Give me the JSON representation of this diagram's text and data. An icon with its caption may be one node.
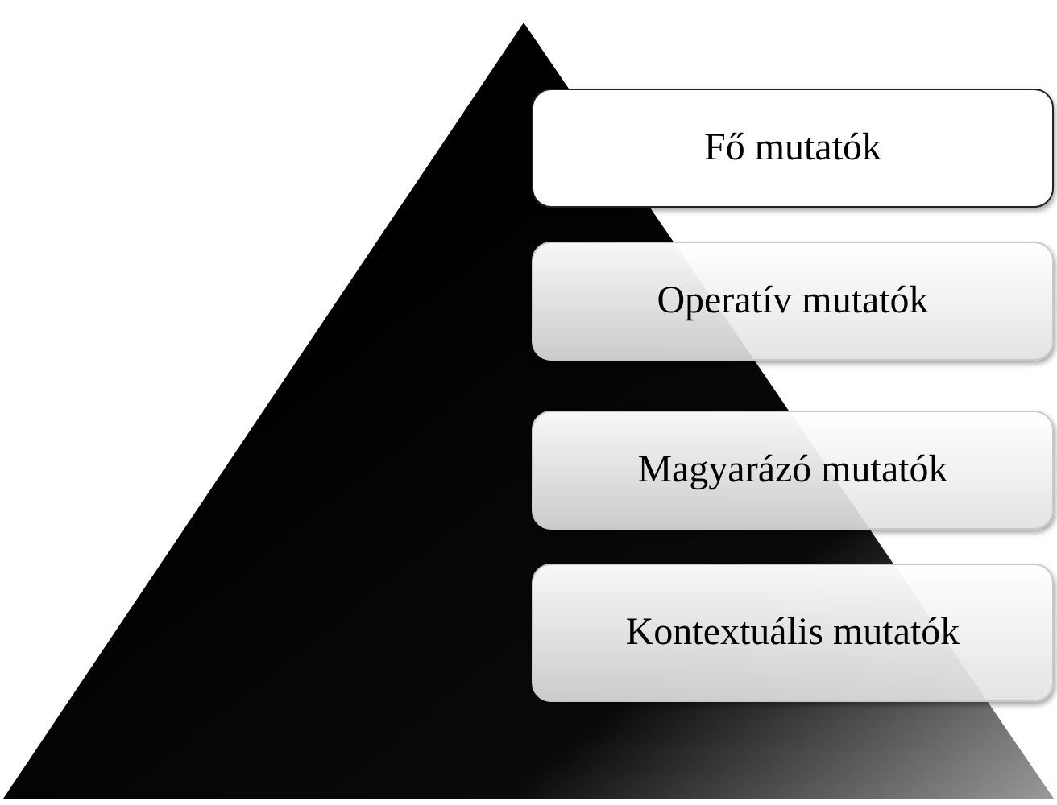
{
  "diagram": {
    "nodes": [
      {
        "text": [
          "Fő mutatók"
        ]
      },
      {
        "text": [
          "Operatív mutatók"
        ]
      },
      {
        "text": [
          "Magyarázó mutatók"
        ]
      },
      {
        "text": [
          "Kontextuális mutatók"
        ]
      }
    ]
  }
}
